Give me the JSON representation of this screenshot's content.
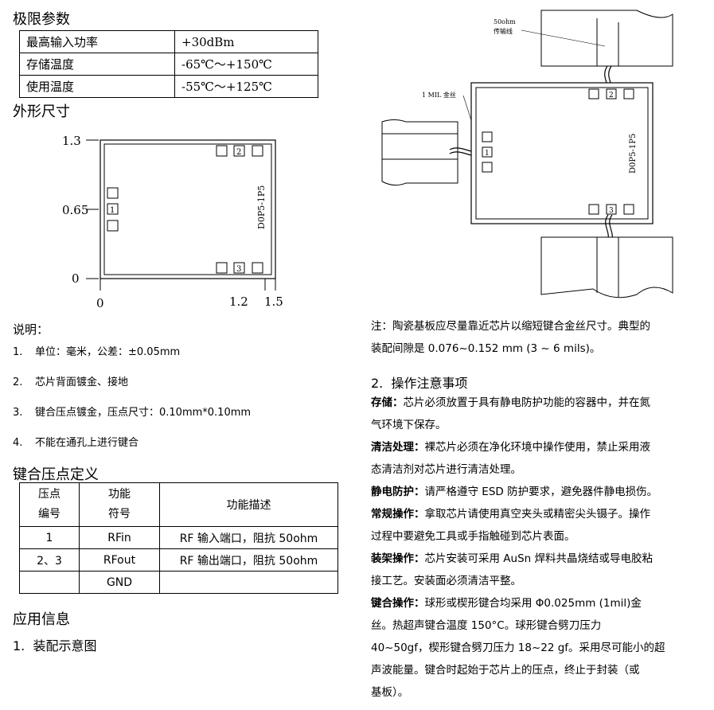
{
  "limits": {
    "title": "极限参数",
    "rows": [
      {
        "label": "最高输入功率",
        "value": "+30dBm"
      },
      {
        "label": "存储温度",
        "value": "-65℃～+150℃"
      },
      {
        "label": "使用温度",
        "value": "-55℃～+125℃"
      }
    ]
  },
  "outline": {
    "title": "外形尺寸",
    "y_ticks": [
      "1.3",
      "0.65",
      "0"
    ],
    "x_ticks": [
      "0",
      "1.2",
      "1.5"
    ],
    "pads": [
      "1",
      "2",
      "3"
    ],
    "part_no": "D0P5-1P5"
  },
  "notes": {
    "title": "说明：",
    "items": [
      {
        "n": "1.",
        "text": "单位：毫米，公差：±0.05mm"
      },
      {
        "n": "2.",
        "text": "芯片背面镀金、接地"
      },
      {
        "n": "3.",
        "text": "键合压点镀金，压点尺寸：0.10mm*0.10mm"
      },
      {
        "n": "4.",
        "text": "不能在通孔上进行键合"
      }
    ]
  },
  "pad_def": {
    "title": "键合压点定义",
    "headers": {
      "c1a": "压点",
      "c1b": "编号",
      "c2a": "功能",
      "c2b": "符号",
      "c3": "功能描述"
    },
    "rows": [
      {
        "pad": "1",
        "sym": "RFin",
        "desc": "RF 输入端口，阻抗 50ohm"
      },
      {
        "pad": "2、3",
        "sym": "RFout",
        "desc": "RF 输出端口，阻抗 50ohm"
      },
      {
        "pad": "",
        "sym": "GND",
        "desc": ""
      }
    ]
  },
  "app": {
    "title": "应用信息",
    "sub": "1.  装配示意图"
  },
  "assembly": {
    "line_label_1": "50ohm",
    "line_label_2": "传输线",
    "wire_label": "1 MIL 金丝",
    "pads": [
      "1",
      "2",
      "3"
    ],
    "part_no": "D0P5-1P5"
  },
  "right": {
    "note_1": "注：陶瓷基板应尽量靠近芯片以缩短键合金丝尺寸。典型的",
    "note_2": "装配间隙是 0.076~0.152 mm (3 ~ 6 mils)。",
    "section_title": "2.  操作注意事项",
    "p1_label": "存储：",
    "p1_l1": "芯片必须放置于具有静电防护功能的容器中，并在氮",
    "p1_l2": "气环境下保存。",
    "p2_label": "清洁处理：",
    "p2_l1": "裸芯片必须在净化环境中操作使用，禁止采用液",
    "p2_l2": "态清洁剂对芯片进行清洁处理。",
    "p3_label": "静电防护：",
    "p3_l1": "请严格遵守 ESD 防护要求，避免器件静电损伤。",
    "p4_label": "常规操作：",
    "p4_l1": "拿取芯片请使用真空夹头或精密尖头镊子。操作",
    "p4_l2": "过程中要避免工具或手指触碰到芯片表面。",
    "p5_label": "装架操作：",
    "p5_l1": "芯片安装可采用 AuSn 焊料共晶烧结或导电胶粘",
    "p5_l2": "接工艺。安装面必须清洁平整。",
    "p6_label": "键合操作：",
    "p6_l1": "球形或楔形键合均采用 Φ0.025mm (1mil)金",
    "p6_l2": "丝。热超声键合温度 150°C。球形键合劈刀压力",
    "p6_l3": "40~50gf，楔形键合劈刀压力 18~22 gf。采用尽可能小的超",
    "p6_l4": "声波能量。键合时起始于芯片上的压点，终止于封装（或",
    "p6_l5": "基板）。"
  }
}
